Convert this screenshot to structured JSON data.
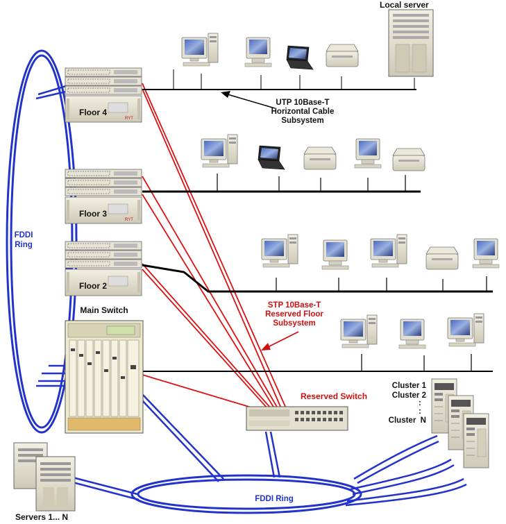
{
  "labels": {
    "local_server": "Local server",
    "utp_line1": "UTP 10Base-T",
    "utp_line2": "Horizontal Cable",
    "utp_line3": "Subsystem",
    "floor4": "Floor 4",
    "floor3": "Floor 3",
    "floor2": "Floor 2",
    "fddi_left_1": "FDDI",
    "fddi_left_2": "Ring",
    "main_switch": "Main Switch",
    "stp_line1": "STP 10Base-T",
    "stp_line2": "Reserved Floor",
    "stp_line3": "Subsystem",
    "reserved_switch": "Reserved Switch",
    "cluster1": "Cluster 1",
    "cluster2": "Cluster 2",
    "cluster_dots1": ":",
    "cluster_dots2": ":",
    "clusterN": "Cluster  N",
    "fddi_bottom": "FDDI Ring",
    "servers": "Servers 1... N",
    "floor_hub_brand": "RYT"
  },
  "colors": {
    "fddi_blue": "#2233cc",
    "stp_red": "#dd1111",
    "utp_black": "#000000",
    "label_blue": "#2233cc",
    "label_red": "#cc1111",
    "equipment_beige": "#e8e4d4",
    "monitor_screen": "#3355aa"
  }
}
